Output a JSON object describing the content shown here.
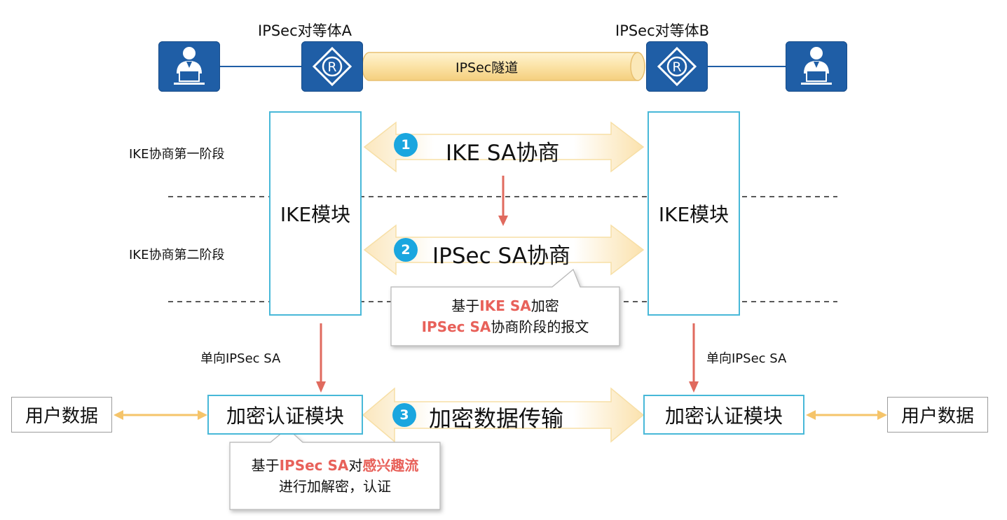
{
  "peers": {
    "a_label": "IPSec对等体A",
    "b_label": "IPSec对等体B",
    "tunnel_label": "IPSec隧道"
  },
  "icons": {
    "user_left": "user-at-computer-icon",
    "router_left": "router-icon",
    "router_right": "router-icon",
    "user_right": "user-at-computer-icon"
  },
  "modules": {
    "ike_left": "IKE模块",
    "ike_right": "IKE模块",
    "crypto_left": "加密认证模块",
    "crypto_right": "加密认证模块"
  },
  "phases": {
    "phase1_label": "IKE协商第一阶段",
    "phase2_label": "IKE协商第二阶段"
  },
  "steps": [
    {
      "number": "1",
      "label": "IKE SA协商"
    },
    {
      "number": "2",
      "label": "IPSec SA协商"
    },
    {
      "number": "3",
      "label": "加密数据传输"
    }
  ],
  "sa_labels": {
    "left": "单向IPSec SA",
    "right": "单向IPSec SA"
  },
  "user_data": {
    "left": "用户数据",
    "right": "用户数据"
  },
  "callout_phase2": {
    "line1_prefix": "基于",
    "line1_highlight": "IKE SA",
    "line1_suffix": "加密",
    "line2_highlight": "IPSec SA",
    "line2_suffix": "协商阶段的报文"
  },
  "callout_data": {
    "line1_prefix": "基于",
    "line1_highlight": "IPSec SA",
    "line1_mid": "对",
    "line1_highlight2": "感兴趣流",
    "line2": "进行加解密，认证"
  },
  "colors": {
    "primary_blue": "#1f5ea6",
    "module_border": "#48b8d8",
    "badge_blue": "#1aa6df",
    "arrow_red": "#e06a5e",
    "highlight_red": "#e8615a",
    "tunnel_fill": "#fbe3a6",
    "data_arrow": "#f5c46a"
  }
}
